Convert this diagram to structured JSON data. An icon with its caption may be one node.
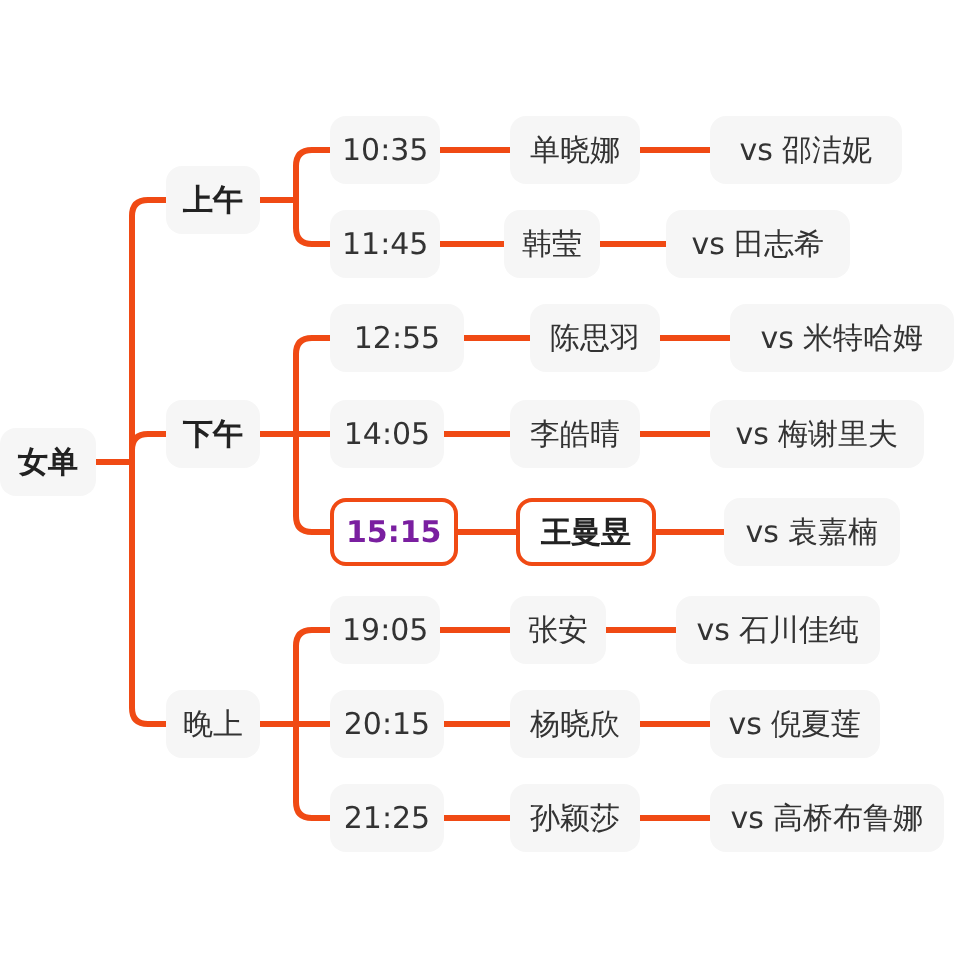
{
  "diagram": {
    "nodes": [
      {
        "text": [
          "女单"
        ]
      },
      {
        "text": [
          "上午"
        ]
      },
      {
        "text": [
          "10:35"
        ]
      },
      {
        "text": [
          "单晓娜"
        ]
      },
      {
        "text": [
          "vs 邵洁妮"
        ]
      },
      {
        "text": [
          "11:45"
        ]
      },
      {
        "text": [
          "韩莹"
        ]
      },
      {
        "text": [
          "vs 田志希"
        ]
      },
      {
        "text": [
          "下午"
        ]
      },
      {
        "text": [
          "12:55"
        ]
      },
      {
        "text": [
          "陈思羽"
        ]
      },
      {
        "text": [
          "vs 米特哈姆"
        ]
      },
      {
        "text": [
          "14:05"
        ]
      },
      {
        "text": [
          "李皓晴"
        ]
      },
      {
        "text": [
          "vs 梅谢里夫"
        ]
      },
      {
        "text": [
          "15:15"
        ]
      },
      {
        "text": [
          "王曼昱"
        ]
      },
      {
        "text": [
          "vs 袁嘉楠"
        ]
      },
      {
        "text": [
          "晚上"
        ]
      },
      {
        "text": [
          "19:05"
        ]
      },
      {
        "text": [
          "张安"
        ]
      },
      {
        "text": [
          "vs 石川佳纯"
        ]
      },
      {
        "text": [
          "20:15"
        ]
      },
      {
        "text": [
          "杨晓欣"
        ]
      },
      {
        "text": [
          "vs 倪夏莲"
        ]
      },
      {
        "text": [
          "21:25"
        ]
      },
      {
        "text": [
          "孙颖莎"
        ]
      },
      {
        "text": [
          "vs 高桥布鲁娜"
        ]
      }
    ],
    "edges": [
      {
        "from": 0,
        "to": 1,
        "arrow": "none"
      },
      {
        "from": 0,
        "to": 8,
        "arrow": "none"
      },
      {
        "from": 0,
        "to": 18,
        "arrow": "none"
      },
      {
        "from": 1,
        "to": 2,
        "arrow": "none"
      },
      {
        "from": 2,
        "to": 3,
        "arrow": "none"
      },
      {
        "from": 3,
        "to": 4,
        "arrow": "none"
      },
      {
        "from": 1,
        "to": 5,
        "arrow": "none"
      },
      {
        "from": 5,
        "to": 6,
        "arrow": "none"
      },
      {
        "from": 6,
        "to": 7,
        "arrow": "none"
      },
      {
        "from": 8,
        "to": 9,
        "arrow": "none"
      },
      {
        "from": 9,
        "to": 10,
        "arrow": "none"
      },
      {
        "from": 10,
        "to": 11,
        "arrow": "none"
      },
      {
        "from": 8,
        "to": 12,
        "arrow": "none"
      },
      {
        "from": 12,
        "to": 13,
        "arrow": "none"
      },
      {
        "from": 13,
        "to": 14,
        "arrow": "none"
      },
      {
        "from": 8,
        "to": 15,
        "arrow": "none"
      },
      {
        "from": 15,
        "to": 16,
        "arrow": "none"
      },
      {
        "from": 16,
        "to": 17,
        "arrow": "none"
      },
      {
        "from": 18,
        "to": 19,
        "arrow": "none"
      },
      {
        "from": 19,
        "to": 20,
        "arrow": "none"
      },
      {
        "from": 20,
        "to": 21,
        "arrow": "none"
      },
      {
        "from": 18,
        "to": 22,
        "arrow": "none"
      },
      {
        "from": 22,
        "to": 23,
        "arrow": "none"
      },
      {
        "from": 23,
        "to": 24,
        "arrow": "none"
      },
      {
        "from": 18,
        "to": 25,
        "arrow": "none"
      },
      {
        "from": 25,
        "to": 26,
        "arrow": "none"
      },
      {
        "from": 26,
        "to": 27,
        "arrow": "none"
      }
    ]
  }
}
